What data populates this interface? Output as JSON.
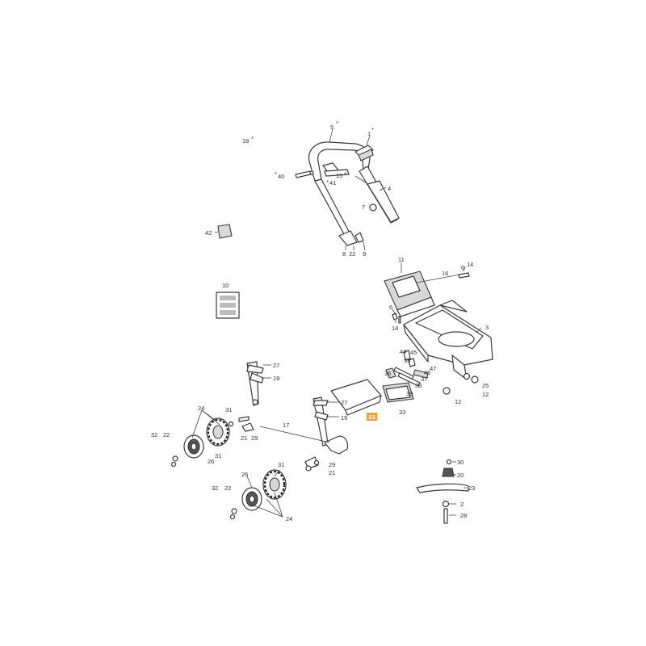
{
  "labels": {
    "l5": "5",
    "l1": "1",
    "l18": "18",
    "l40": "40",
    "l41": "41",
    "l15": "15",
    "l4": "4",
    "l7": "7",
    "l42": "42",
    "l8": "8",
    "l22a": "22",
    "l9": "9",
    "l11": "11",
    "l6a": "6",
    "l14a": "14",
    "l16": "16",
    "l10": "10",
    "l6b": "6",
    "l14b": "14",
    "l3": "3",
    "l44": "44",
    "l45": "45",
    "l36": "36",
    "l35": "35",
    "l46": "46",
    "l37": "37",
    "l47": "47",
    "l38": "38",
    "l39": "39",
    "l25": "25",
    "l12a": "12",
    "l12b": "12",
    "l27a": "27",
    "l19a": "19",
    "l27b": "27",
    "l19b": "19",
    "l13": "13",
    "l33": "33",
    "l17": "17",
    "l24a": "24",
    "l31a": "31",
    "l21a": "21",
    "l29a": "29",
    "l32a": "32",
    "l22b": "22",
    "l26a": "26",
    "l31b": "31",
    "l29b": "29",
    "l21b": "21",
    "l26b": "26",
    "l31c": "31",
    "l32b": "32",
    "l22c": "22",
    "l24b": "24",
    "l30": "30",
    "l20": "20",
    "l23": "23",
    "l2": "2",
    "l28": "28"
  },
  "highlight_color": "#f0a040"
}
